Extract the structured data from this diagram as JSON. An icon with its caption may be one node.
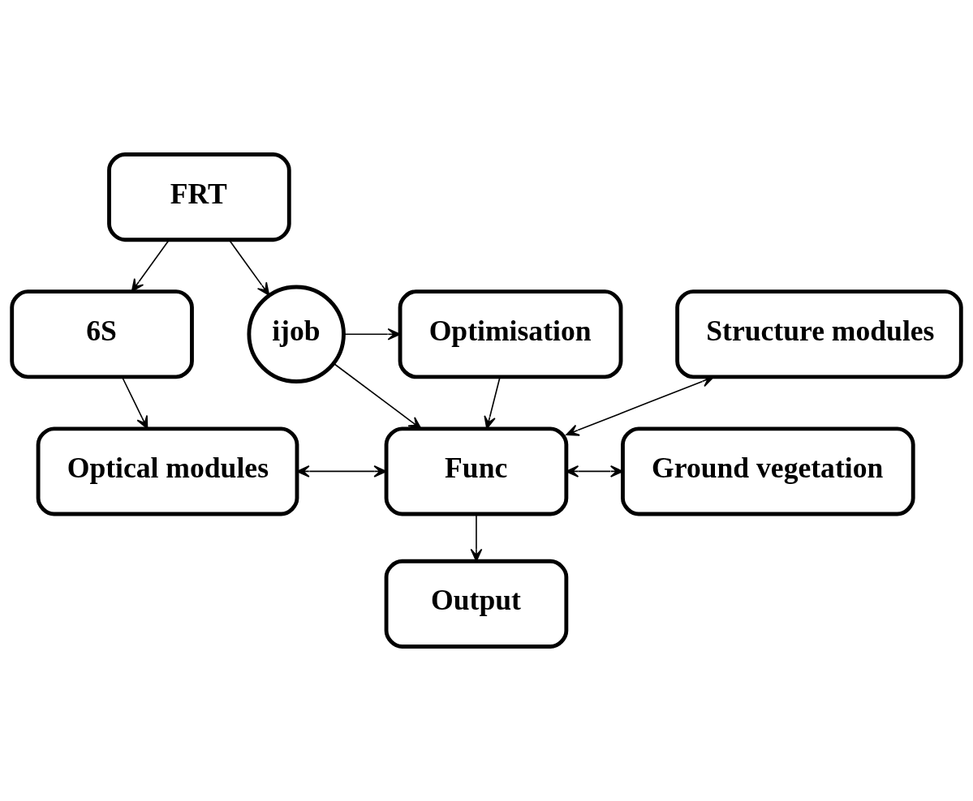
{
  "diagram": {
    "nodes": [
      {
        "text": [
          "FRT"
        ]
      },
      {
        "text": [
          "6S"
        ]
      },
      {
        "text": [
          "ijob"
        ]
      },
      {
        "text": [
          "Optimisation"
        ]
      },
      {
        "text": [
          "Optical modules"
        ]
      },
      {
        "text": [
          "Func"
        ]
      },
      {
        "text": [
          "Ground vegetation"
        ]
      },
      {
        "text": [
          "Structure modules"
        ]
      },
      {
        "text": [
          "Output"
        ]
      }
    ],
    "edges": [
      {
        "from": 0,
        "to": 1,
        "arrow": "to"
      },
      {
        "from": 0,
        "to": 2,
        "arrow": "to"
      },
      {
        "from": 2,
        "to": 3,
        "arrow": "to"
      },
      {
        "from": 1,
        "to": 4,
        "arrow": "to"
      },
      {
        "from": 2,
        "to": 5,
        "arrow": "to"
      },
      {
        "from": 3,
        "to": 5,
        "arrow": "to"
      },
      {
        "from": 4,
        "to": 5,
        "arrow": "both"
      },
      {
        "from": 7,
        "to": 5,
        "arrow": "both"
      },
      {
        "from": 5,
        "to": 6,
        "arrow": "both"
      },
      {
        "from": 5,
        "to": 8,
        "arrow": "to"
      }
    ]
  }
}
